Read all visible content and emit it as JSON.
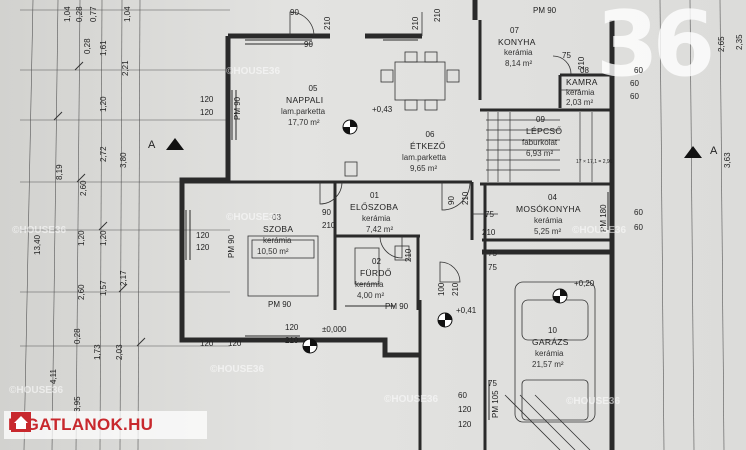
{
  "rooms": [
    {
      "no": "05",
      "name": "NAPPALI",
      "mat": "lam.parketta",
      "area": "17,70 m²"
    },
    {
      "no": "06",
      "name": "ÉTKEZŐ",
      "mat": "lam.parketta",
      "area": "9,65 m²"
    },
    {
      "no": "07",
      "name": "KONYHA",
      "mat": "kerámia",
      "area": "8,14 m²"
    },
    {
      "no": "08",
      "name": "KAMRA",
      "mat": "kerámia",
      "area": "2,03 m²"
    },
    {
      "no": "09",
      "name": "LÉPCSŐ",
      "mat": "faburkolat",
      "area": "6,93 m²"
    },
    {
      "no": "01",
      "name": "ELŐSZOBA",
      "mat": "kerámia",
      "area": "7,42 m²"
    },
    {
      "no": "04",
      "name": "MOSÓKONYHA",
      "mat": "kerámia",
      "area": "5,25 m²"
    },
    {
      "no": "03",
      "name": "SZOBA",
      "mat": "kerámia",
      "area": "10,50 m²"
    },
    {
      "no": "02",
      "name": "FÜRDŐ",
      "mat": "kerámia",
      "area": "4,00 m²"
    },
    {
      "no": "10",
      "name": "GARÁZS",
      "mat": "kerámia",
      "area": "21,57 m²"
    }
  ],
  "levels": {
    "l1": "+0,43",
    "l2": "+0,41",
    "l3": "+0,20",
    "l4": "±0,000"
  },
  "section": {
    "a_left": "A",
    "a_right": "A"
  },
  "pm": {
    "p1": "PM 90",
    "p2": "PM 90",
    "p3": "PM 90",
    "p4": "PM 90",
    "p5": "PM 90",
    "p6": "PM 180",
    "p7": "PM 105"
  },
  "dims": {
    "d1": "90",
    "d2": "90",
    "d3": "210",
    "d4": "120",
    "d5": "120",
    "d6": "120",
    "d7": "120",
    "d8": "90",
    "d9": "210",
    "d10": "90",
    "d11": "210",
    "d12": "75",
    "d13": "210",
    "d14": "75",
    "d15": "210",
    "d16": "60",
    "d17": "60",
    "d18": "60",
    "d19": "60",
    "d20": "75",
    "d21": "210",
    "d22": "100",
    "d23": "210",
    "d24": "120",
    "d25": "210",
    "d26": "60",
    "d27": "120",
    "d28": "75",
    "d29": "210",
    "d30": "120",
    "d31": "120",
    "d32": "60",
    "d33": "120",
    "d34": "75",
    "d35": "210"
  },
  "left_dims": [
    "13,40",
    "8,19",
    "4,11",
    "3,95",
    "0,28",
    "1,04",
    "0,28",
    "0,77",
    "1,04",
    "1,61",
    "2,21",
    "1,20",
    "2,72",
    "3,80",
    "2,60",
    "1,20",
    "1,57",
    "2,17",
    "1,73",
    "2,03",
    "1,20",
    "0,28",
    "2,60"
  ],
  "right_dims": [
    "2,65",
    "2,35",
    "3,63"
  ],
  "stair_note": "17 × 17,1 = 2,91",
  "watermarks": [
    "©HOUSE36",
    "©HOUSE36",
    "©HOUSE36",
    "©HOUSE36",
    "©HOUSE36",
    "©HOUSE36",
    "©HOUSE36",
    "©HOUSE36"
  ],
  "logo": {
    "text": "INGATLANOK.HU",
    "overlay": "36"
  },
  "colors": {
    "logo_red": "#c8282d",
    "line": "#2a2a2a",
    "paper": "#dcdcda"
  }
}
